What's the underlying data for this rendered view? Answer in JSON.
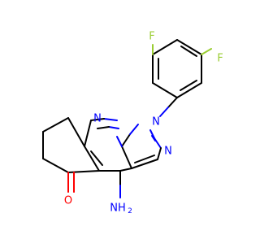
{
  "molecule": {
    "atoms": {
      "f1": "F",
      "f2": "F",
      "n1": "N",
      "n2": "N",
      "n3": "N",
      "nh2": "NH",
      "nh2_sub": "2",
      "o": "O"
    },
    "colors": {
      "carbon": "#000000",
      "nitrogen": "#0000ff",
      "oxygen": "#ff0000",
      "fluorine": "#9acd32"
    }
  }
}
